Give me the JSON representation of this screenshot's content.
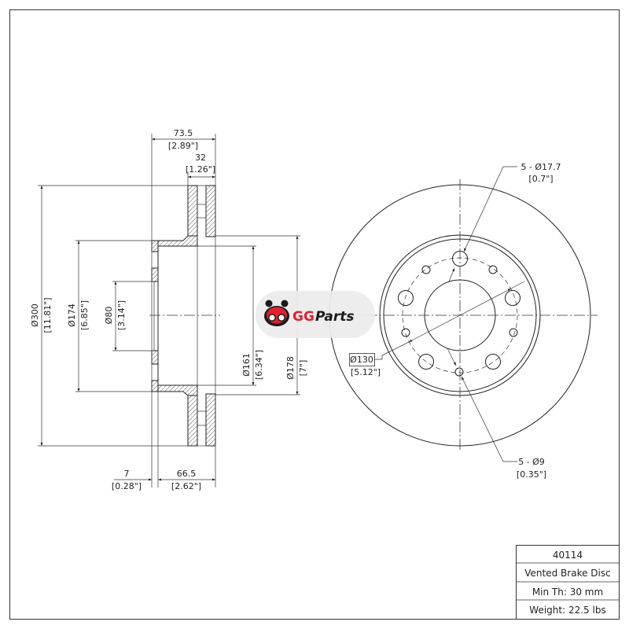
{
  "side_view": {
    "overall_width": {
      "mm": "73.5",
      "in": "[2.89\"]"
    },
    "disc_thickness": {
      "mm": "32",
      "in": "[1.26\"]"
    },
    "outer_diameter": {
      "mm": "Ø300",
      "in": "[11.81\"]"
    },
    "hat_diameter": {
      "mm": "Ø174",
      "in": "[6.85\"]"
    },
    "center_bore": {
      "mm": "Ø80",
      "in": "[3.14\"]"
    },
    "inner_hat_diameter": {
      "mm": "Ø161",
      "in": "[6.34\"]"
    },
    "vent_inner_diameter": {
      "mm": "Ø178",
      "in": "[7\"]"
    },
    "hub_face_thickness": {
      "mm": "7",
      "in": "[0.28\"]"
    },
    "hat_height": {
      "mm": "66.5",
      "in": "[2.62\"]"
    }
  },
  "front_view": {
    "large_holes": {
      "label": "5 - Ø17.7",
      "in": "[0.7\"]"
    },
    "small_holes": {
      "label": "5 - Ø9",
      "in": "[0.35\"]"
    },
    "bolt_circle": {
      "mm": "Ø130",
      "in": "[5.12\"]"
    }
  },
  "logo": {
    "part1": "GG",
    "part2": "Parts",
    "accent": "#e3202e"
  },
  "title_block": {
    "part_number": "40114",
    "description": "Vented Brake Disc",
    "min_thickness": "Min Th: 30 mm",
    "weight": "Weight: 22.5 lbs"
  }
}
